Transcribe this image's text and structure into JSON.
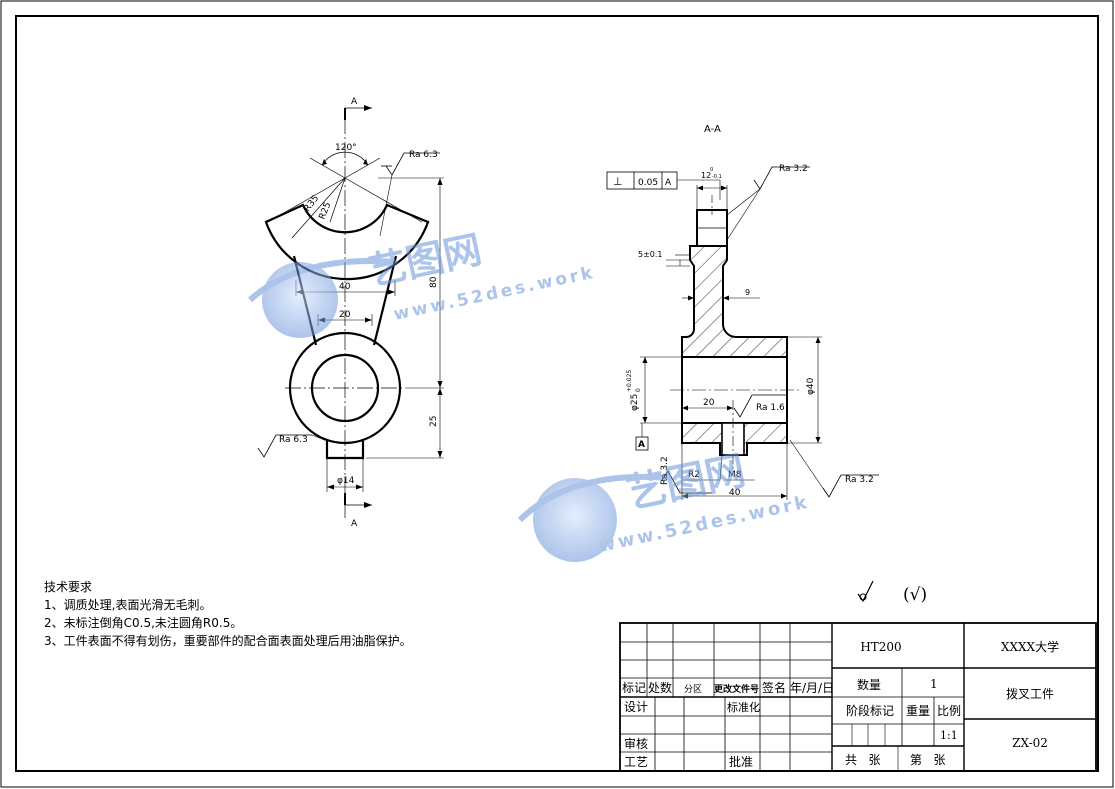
{
  "drawing": {
    "labels": {
      "section_arrow_top": "A",
      "section_arrow_bottom": "A",
      "section_view_title": "A-A"
    },
    "front_view": {
      "angle": "120°",
      "r35": "R35",
      "r25": "R25",
      "ra_top": "Ra 6.3",
      "ra_left": "Ra 6.3",
      "dim_40": "40",
      "dim_20": "20",
      "dim_80": "80",
      "dim_25": "25",
      "dim_phi14": "φ14"
    },
    "section_view": {
      "tol_symbol": "⊥",
      "tol_value": "0.05",
      "tol_datum": "A",
      "dim_12": "12",
      "dim_12_tol_upper": "0",
      "dim_12_tol_lower": "-0.1",
      "ra_top": "Ra 3.2",
      "dim_5": "5±0.1",
      "dim_9": "9",
      "dim_phi25": "φ25",
      "dim_phi25_tol": "+0.025",
      "dim_phi25_tol_lower": "0",
      "ra_left": "Ra 3.2",
      "datum": "A",
      "dim_20": "20",
      "ra_bore": "Ra 1.6",
      "dim_phi40": "φ40",
      "r2": "R2",
      "m8": "M8",
      "dim_40": "40",
      "ra_right": "Ra 3.2"
    },
    "other_roughness": "(√)",
    "watermark": {
      "cn": "艺图网",
      "url": "www.52des.work"
    }
  },
  "notes": {
    "title": "技术要求",
    "items": [
      "1、调质处理,表面光滑无毛刺。",
      "2、未标注倒角C0.5,未注圆角R0.5。",
      "3、工件表面不得有划伤，重要部件的配合面表面处理后用油脂保护。"
    ]
  },
  "title_block": {
    "material": "HT200",
    "school": "XXXX大学",
    "part_name": "拨叉工件",
    "drawing_no": "ZX-02",
    "quantity_label": "数量",
    "quantity": "1",
    "stage_label": "阶段标记",
    "weight_label": "重量",
    "scale_label": "比例",
    "scale": "1:1",
    "sheets_total": "共   张",
    "sheet_no": "第   张",
    "rev_headers": [
      "标记",
      "处数",
      "分区",
      "更改文件号",
      "签名",
      "年/月/日"
    ],
    "design": "设计",
    "standardize": "标准化",
    "review": "审核",
    "process": "工艺",
    "approve": "批准"
  },
  "colors": {
    "line": "#000000",
    "watermark_blue": "#6a94d8"
  }
}
